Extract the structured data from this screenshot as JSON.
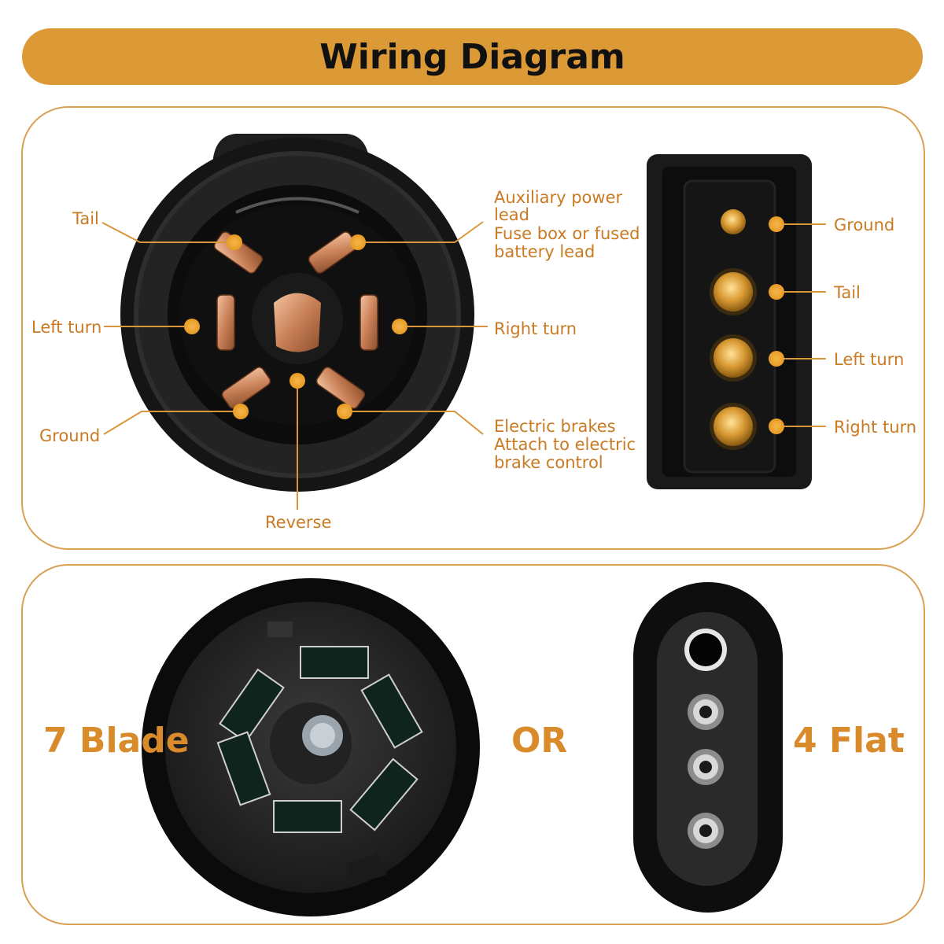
{
  "title": "Wiring Diagram",
  "colors": {
    "accent": "#DB9A35",
    "label": "#C97A22",
    "panel_border": "#D9A054",
    "connector_body": "#151515",
    "copper": "#D89A66"
  },
  "seven_pin_labels": {
    "tail": "Tail",
    "left_turn": "Left turn",
    "ground": "Ground",
    "reverse": "Reverse",
    "aux_line1": "Auxiliary power",
    "aux_line2": "lead",
    "aux_line3": "Fuse box or fused",
    "aux_line4": "battery lead",
    "right_turn": "Right turn",
    "brakes_line1": "Electric brakes",
    "brakes_line2": "Attach to electric",
    "brakes_line3": "brake control"
  },
  "four_flat_labels": {
    "ground": "Ground",
    "tail": "Tail",
    "left_turn": "Left turn",
    "right_turn": "Right turn"
  },
  "bottom": {
    "seven_blade": "7 Blade",
    "or": "OR",
    "four_flat": "4 Flat"
  }
}
